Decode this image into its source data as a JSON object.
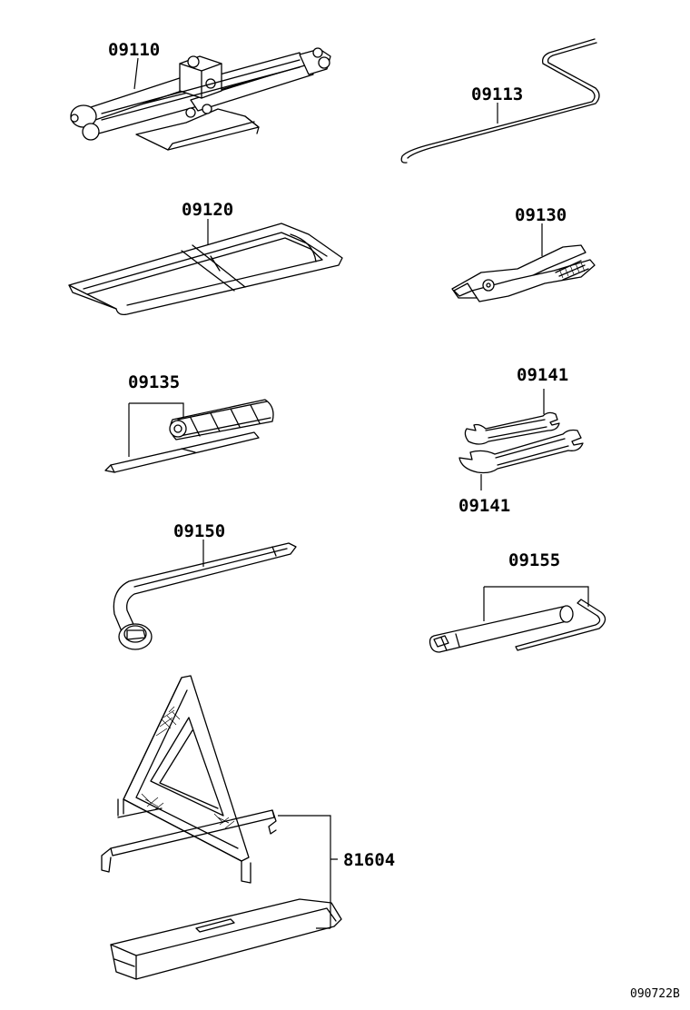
{
  "parts": [
    {
      "id": "jack",
      "number": "09110"
    },
    {
      "id": "jack-handle",
      "number": "09113"
    },
    {
      "id": "tool-bag",
      "number": "09120"
    },
    {
      "id": "pliers",
      "number": "09130"
    },
    {
      "id": "screwdriver",
      "number": "09135"
    },
    {
      "id": "wrench-upper",
      "number": "09141"
    },
    {
      "id": "wrench-lower",
      "number": "09141"
    },
    {
      "id": "wheel-nut-wrench",
      "number": "09150"
    },
    {
      "id": "plug-wrench",
      "number": "09155"
    },
    {
      "id": "warning-triangle",
      "number": "81604"
    }
  ],
  "diagram_code": "090722B"
}
